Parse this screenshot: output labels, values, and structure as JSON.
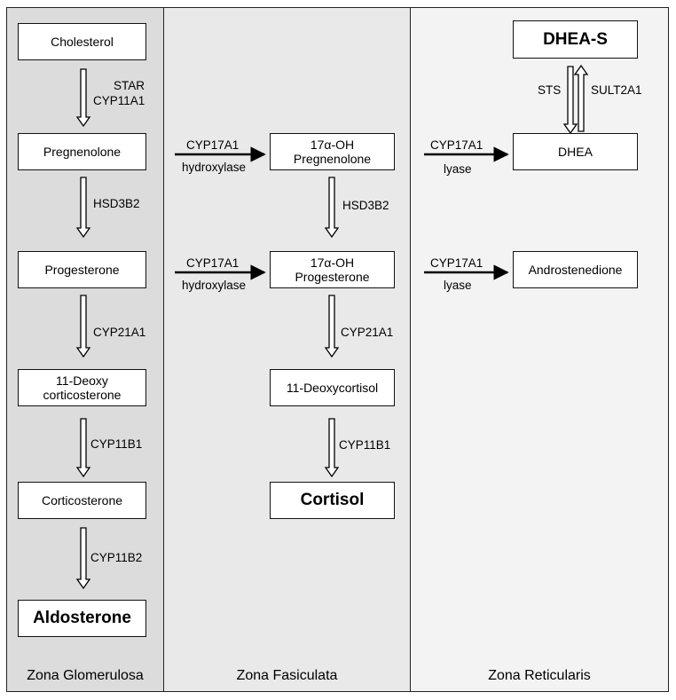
{
  "zones": {
    "glomerulosa": "Zona Glomerulosa",
    "fasiculata": "Zona Fasiculata",
    "reticularis": "Zona Reticularis"
  },
  "compounds": {
    "cholesterol": "Cholesterol",
    "pregnenolone": "Pregnenolone",
    "progesterone": "Progesterone",
    "deoxycorticosterone": "11-Deoxy corticosterone",
    "corticosterone": "Corticosterone",
    "aldosterone": "Aldosterone",
    "oh_pregnenolone": "17α-OH Pregnenolone",
    "oh_progesterone": "17α-OH Progesterone",
    "deoxycortisol": "11-Deoxycortisol",
    "cortisol": "Cortisol",
    "dhea_s": "DHEA-S",
    "dhea": "DHEA",
    "androstenedione": "Androstenedione"
  },
  "enzymes": {
    "star_cyp11a1": "STAR CYP11A1",
    "hsd3b2_g": "HSD3B2",
    "cyp21a1_g": "CYP21A1",
    "cyp11b1_g": "CYP11B1",
    "cyp11b2": "CYP11B2",
    "cyp17a1_hyd_1": "CYP17A1",
    "hydroxylase_1": "hydroxylase",
    "cyp17a1_hyd_2": "CYP17A1",
    "hydroxylase_2": "hydroxylase",
    "hsd3b2_f": "HSD3B2",
    "cyp21a1_f": "CYP21A1",
    "cyp11b1_f": "CYP11B1",
    "cyp17a1_lyase_1": "CYP17A1",
    "lyase_1": "lyase",
    "cyp17a1_lyase_2": "CYP17A1",
    "lyase_2": "lyase",
    "sts": "STS",
    "sult2a1": "SULT2A1"
  }
}
